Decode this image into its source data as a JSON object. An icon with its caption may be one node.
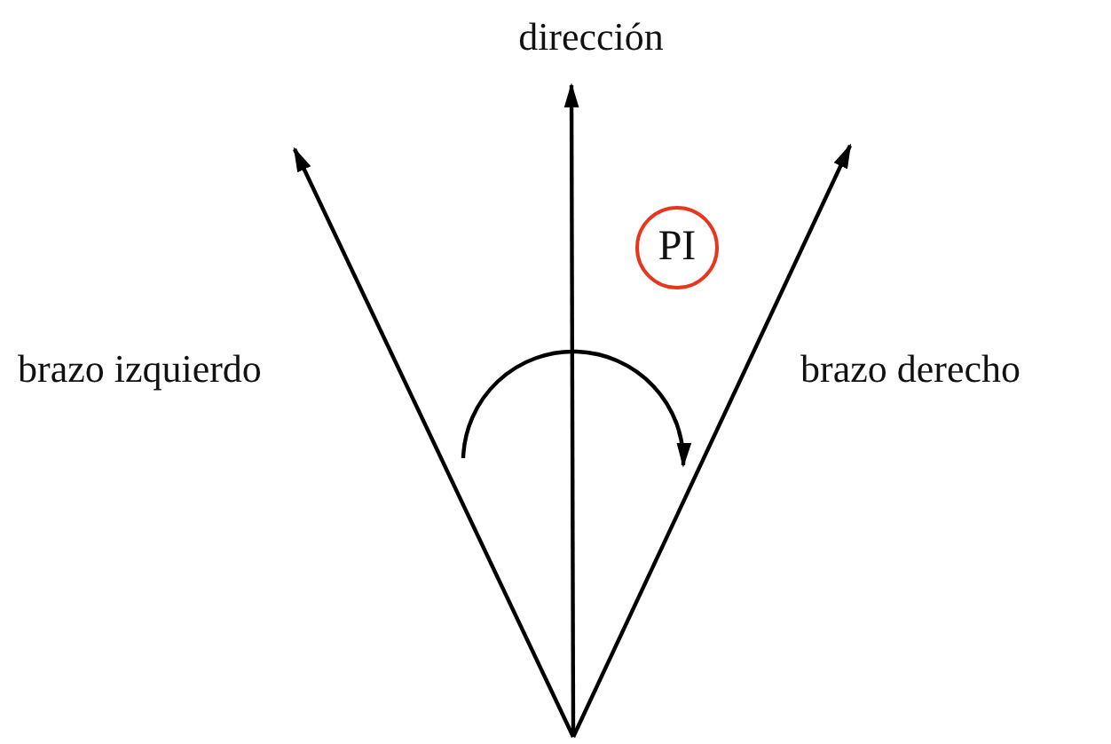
{
  "diagram": {
    "nodes": [
      {
        "text": [
          "PI"
        ]
      }
    ],
    "labels": [
      "dirección",
      "brazo izquierdo",
      "brazo derecho"
    ]
  }
}
